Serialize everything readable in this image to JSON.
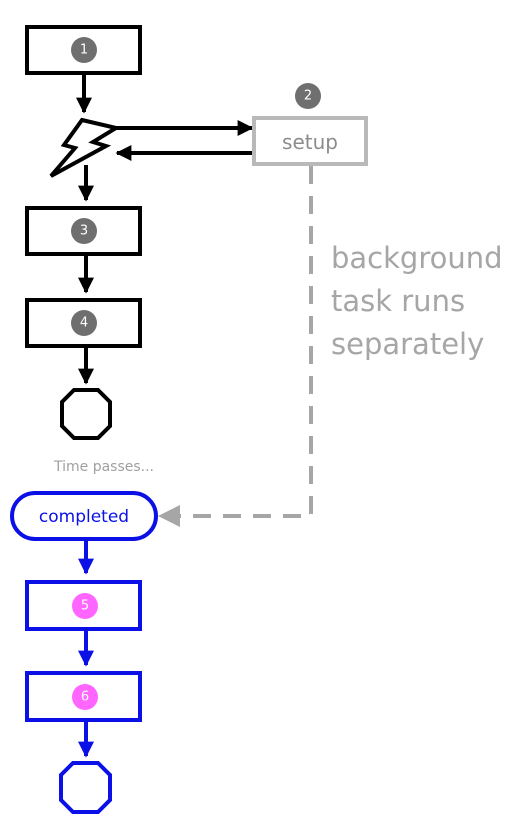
{
  "steps": {
    "s1": "1",
    "s2": "2",
    "s3": "3",
    "s4": "4",
    "s5": "5",
    "s6": "6"
  },
  "setup_label": "setup",
  "background_note": [
    "background",
    "task runs",
    "separately"
  ],
  "time_passes": "Time passes...",
  "completed_label": "completed",
  "colors": {
    "main": "#000000",
    "badge": "#6f6f6f",
    "setup": "#b9b9b9",
    "setup_text": "#8c8c8c",
    "note": "#a6a6a6",
    "time_passes": "#a0a0a0",
    "async": "#0a10e6",
    "async_badge": "#ff66ff"
  }
}
